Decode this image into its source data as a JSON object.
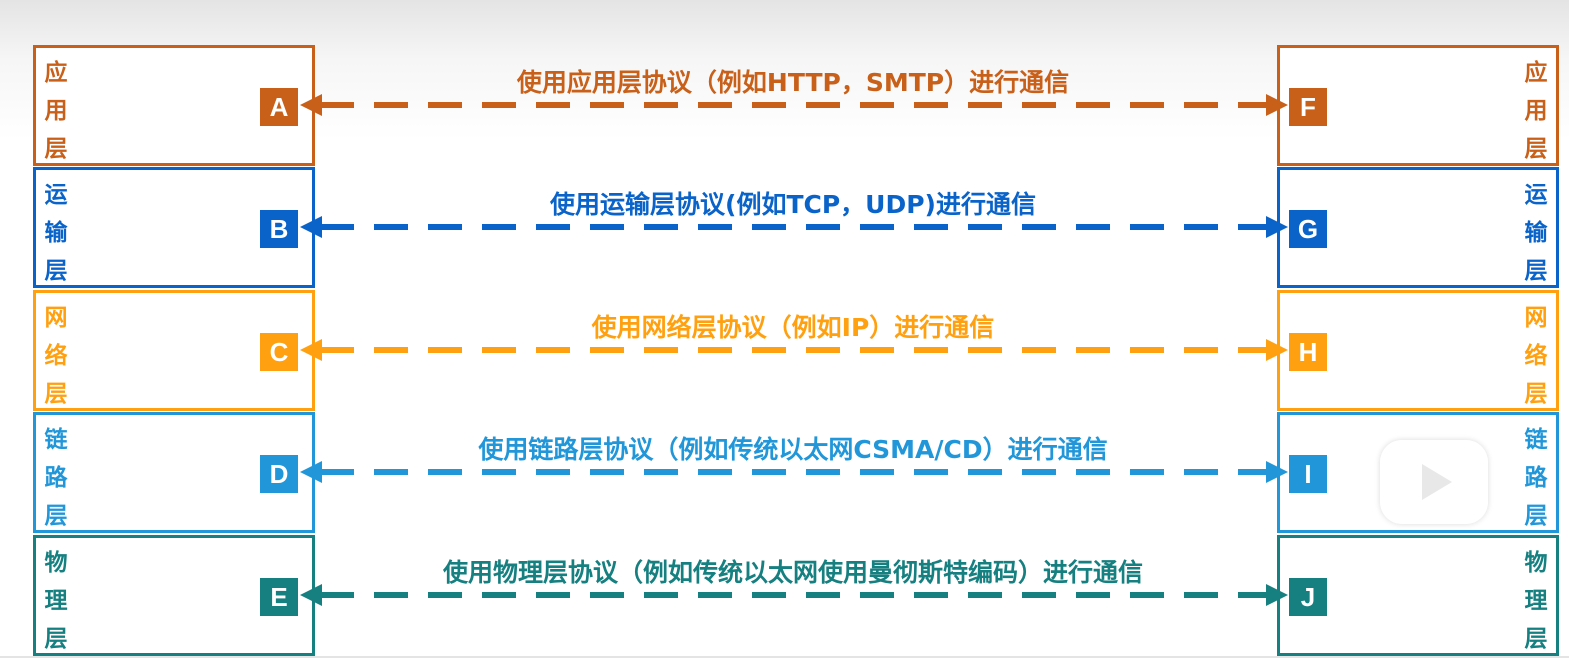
{
  "layers": [
    {
      "name": "应用层",
      "left_badge": "A",
      "right_badge": "F",
      "message": "使用应用层协议（例如HTTP，SMTP）进行通信",
      "color": "#C8601A"
    },
    {
      "name": "运输层",
      "left_badge": "B",
      "right_badge": "G",
      "message": "使用运输层协议(例如TCP，UDP)进行通信",
      "color": "#0A63C9"
    },
    {
      "name": "网络层",
      "left_badge": "C",
      "right_badge": "H",
      "message": "使用网络层协议（例如IP）进行通信",
      "color": "#FFA010"
    },
    {
      "name": "链路层",
      "left_badge": "D",
      "right_badge": "I",
      "message": "使用链路层协议（例如传统以太网CSMA/CD）进行通信",
      "color": "#2196D9"
    },
    {
      "name": "物理层",
      "left_badge": "E",
      "right_badge": "J",
      "message": "使用物理层协议（例如传统以太网使用曼彻斯特编码）进行通信",
      "color": "#167F80"
    }
  ]
}
